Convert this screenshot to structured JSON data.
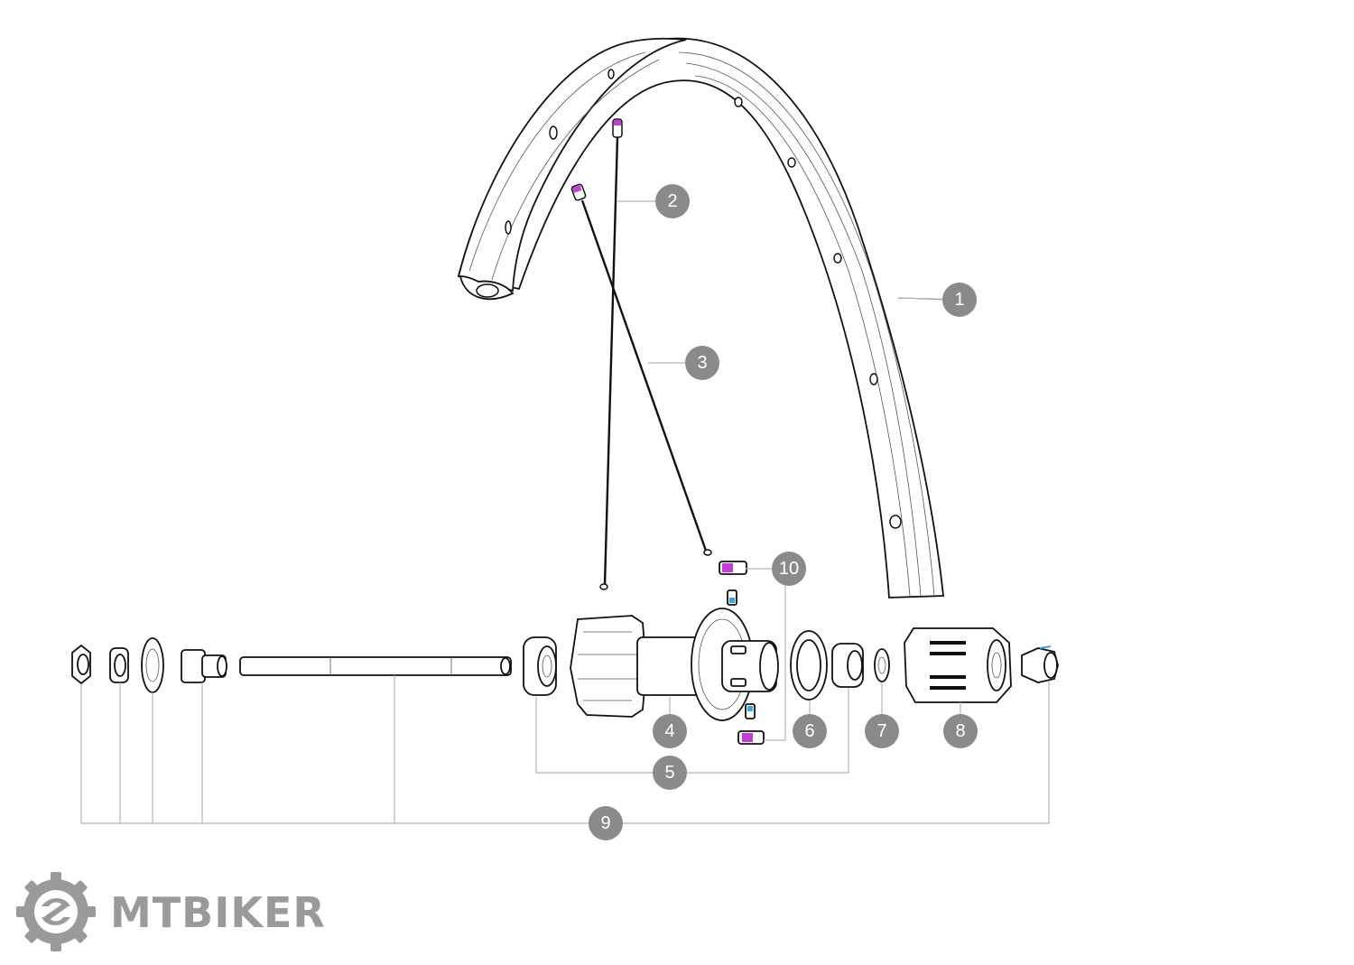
{
  "callouts": [
    {
      "id": "callout-1",
      "label": "1"
    },
    {
      "id": "callout-2",
      "label": "2"
    },
    {
      "id": "callout-3",
      "label": "3"
    },
    {
      "id": "callout-4",
      "label": "4"
    },
    {
      "id": "callout-5",
      "label": "5"
    },
    {
      "id": "callout-6",
      "label": "6"
    },
    {
      "id": "callout-7",
      "label": "7"
    },
    {
      "id": "callout-8",
      "label": "8"
    },
    {
      "id": "callout-9",
      "label": "9"
    },
    {
      "id": "callout-10",
      "label": "10"
    }
  ],
  "colors": {
    "badge": "#8a8a8a",
    "badge_text": "#ffffff",
    "leader": "#b5b5b5",
    "line": "#111111",
    "nipple_accent": "#c23fd6",
    "bolt_accent": "#3fa3e0",
    "logo": "#9a9a9a"
  },
  "logo": {
    "text": "MTBIKER",
    "icon": "gear-logo-icon"
  }
}
